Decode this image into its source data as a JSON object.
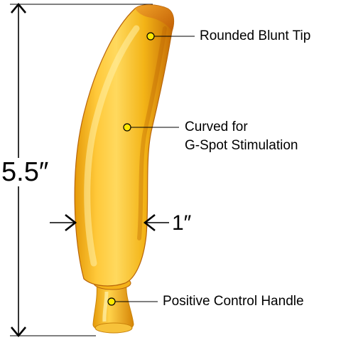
{
  "dimensions": {
    "length_label": "5.5″",
    "width_label": "1″"
  },
  "callouts": {
    "tip": "Rounded Blunt Tip",
    "curve_line1": "Curved for",
    "curve_line2": "G-Spot Stimulation",
    "handle": "Positive Control Handle"
  },
  "colors": {
    "body_gold": "#f2b616",
    "body_light": "#ffd65a",
    "body_dark": "#c96e05",
    "tip_orange": "#d8790e",
    "marker_fill": "#ffe800",
    "line": "#000000"
  }
}
